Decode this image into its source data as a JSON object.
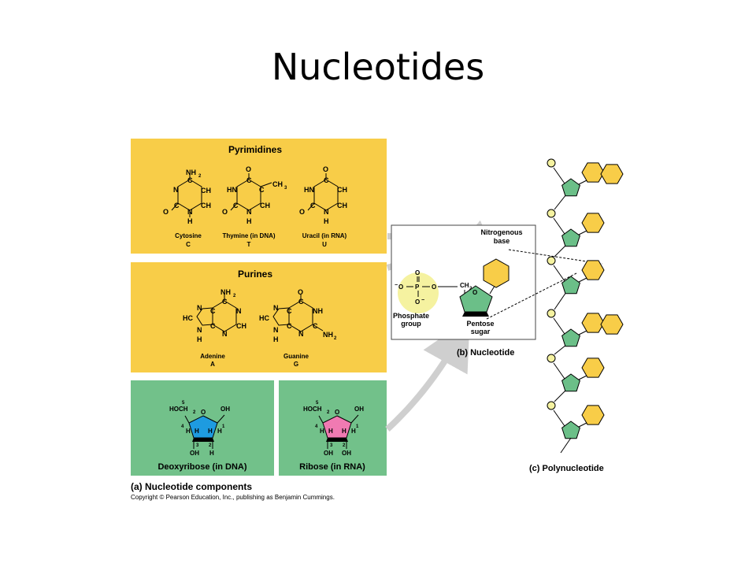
{
  "slide": {
    "title": "Nucleotides"
  },
  "colors": {
    "panel_yellow": "#f8cd48",
    "panel_green": "#72c18a",
    "base_hex": "#f8cd48",
    "sugar": "#6bbf88",
    "phosphate": "#f5f2a0",
    "deoxyribose_ring": "#1e9be0",
    "ribose_ring": "#f07ab2",
    "arrow": "#cfcfcf"
  },
  "panels": {
    "pyrimidines": {
      "title": "Pyrimidines",
      "items": [
        {
          "name": "Cytosine",
          "abbr": "C"
        },
        {
          "name": "Thymine (in DNA)",
          "abbr": "T"
        },
        {
          "name": "Uracil (in RNA)",
          "abbr": "U"
        }
      ]
    },
    "purines": {
      "title": "Purines",
      "items": [
        {
          "name": "Adenine",
          "abbr": "A"
        },
        {
          "name": "Guanine",
          "abbr": "G"
        }
      ]
    },
    "deoxyribose": {
      "label": "Deoxyribose (in DNA)"
    },
    "ribose": {
      "label": "Ribose (in RNA)"
    },
    "caption": "(a) Nucleotide components"
  },
  "atoms": {
    "O": "O",
    "N": "N",
    "C": "C",
    "H": "H",
    "NH": "NH",
    "HN": "HN",
    "HC": "HC",
    "CH": "CH",
    "NH2": "NH",
    "sub2": "2",
    "CH3": "CH",
    "sub3": "3",
    "OH": "OH",
    "HOCH2": "HOCH",
    "P": "P",
    "O_minus": "O",
    "minus": "−",
    "CH2": "CH",
    "n1": "1",
    "n2": "2",
    "n3": "3",
    "n4": "4",
    "n5": "5"
  },
  "nucleotide": {
    "base_label_1": "Nitrogenous",
    "base_label_2": "base",
    "phosphate_label_1": "Phosphate",
    "phosphate_label_2": "group",
    "sugar_label_1": "Pentose",
    "sugar_label_2": "sugar",
    "caption": "(b) Nucleotide"
  },
  "polynucleotide": {
    "caption": "(c) Polynucleotide"
  },
  "copyright": "Copyright © Pearson Education, Inc., publishing as Benjamin Cummings."
}
